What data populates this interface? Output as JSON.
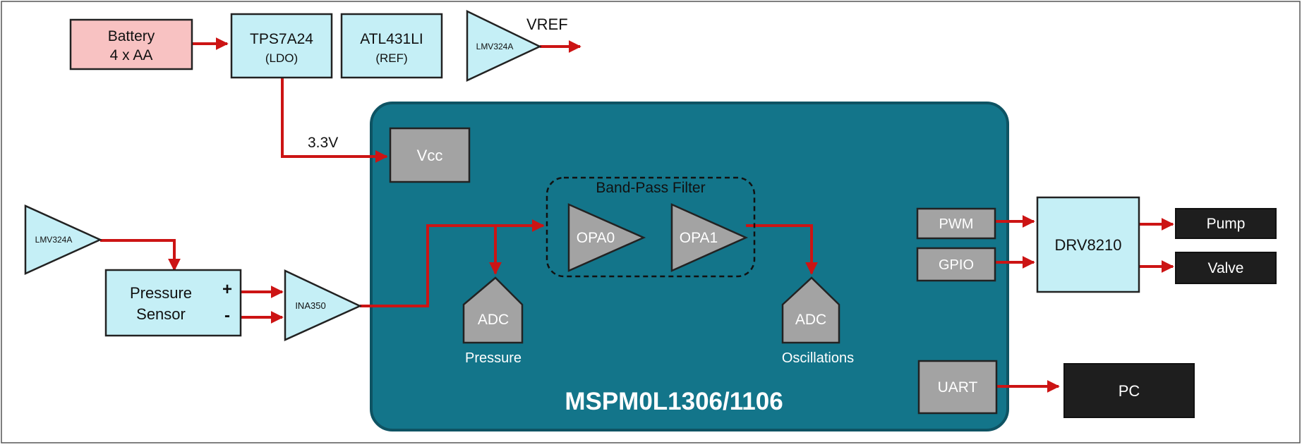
{
  "colors": {
    "mcu_fill": "#13758a",
    "mcu_stroke": "#0e5363",
    "light_block": "#c5eff6",
    "battery_block": "#f8c2c2",
    "gray_block": "#a3a3a3",
    "dark_block": "#1e1e1e",
    "wire": "#cc1414",
    "outline": "#222222"
  },
  "battery": {
    "line1": "Battery",
    "line2": "4 x AA"
  },
  "ldo": {
    "line1": "TPS7A24",
    "line2": "(LDO)"
  },
  "ref": {
    "line1": "ATL431LI",
    "line2": "(REF)"
  },
  "vref_amp": {
    "label": "LMV324A",
    "output_label": "VREF"
  },
  "supply_label": "3.3V",
  "mcu": {
    "title": "MSPM0L1306/1106",
    "vcc": "Vcc",
    "filter_label": "Band-Pass Filter",
    "opa0": "OPA0",
    "opa1": "OPA1",
    "adc_pressure": {
      "label": "ADC",
      "caption": "Pressure"
    },
    "adc_osc": {
      "label": "ADC",
      "caption": "Oscillations"
    },
    "pwm": "PWM",
    "gpio": "GPIO",
    "uart": "UART"
  },
  "sensor_amp": {
    "label": "LMV324A"
  },
  "pressure_sensor": {
    "line1": "Pressure",
    "line2": "Sensor",
    "plus": "+",
    "minus": "-"
  },
  "instr_amp": {
    "label": "INA350"
  },
  "driver": {
    "label": "DRV8210"
  },
  "pump": "Pump",
  "valve": "Valve",
  "pc": "PC"
}
